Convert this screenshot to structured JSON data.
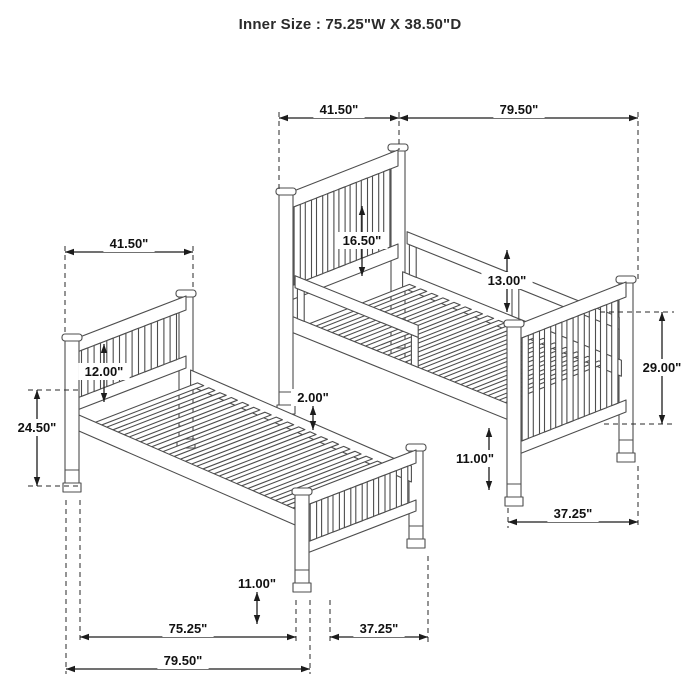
{
  "title": "Inner Size : 75.25\"W X  38.50\"D",
  "beds": {
    "top": {
      "name": "top bunk bed drawing"
    },
    "bottom": {
      "name": "bottom bunk bed drawing"
    }
  },
  "dimensions": {
    "top_headboard_width": "41.50\"",
    "top_length": "79.50\"",
    "top_headboard_panel": "16.50\"",
    "top_guard_height": "13.00\"",
    "top_foot_height": "29.00\"",
    "top_rail_clearance": "11.00\"",
    "top_footboard_width": "37.25\"",
    "bottom_headboard_width": "41.50\"",
    "bottom_headboard_panel": "12.00\"",
    "bottom_head_height": "24.50\"",
    "bottom_rail_reveal": "2.00\"",
    "bottom_leg_height": "11.00\"",
    "bottom_inner_length": "75.25\"",
    "bottom_footboard_width": "37.25\"",
    "bottom_overall_length": "79.50\""
  }
}
